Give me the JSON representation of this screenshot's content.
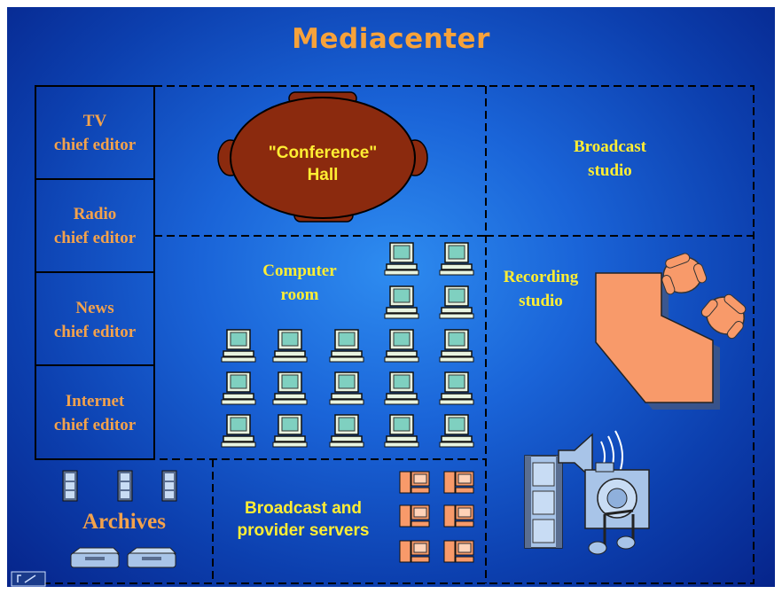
{
  "title": "Mediacenter",
  "editors": {
    "tv": [
      "TV",
      "chief editor"
    ],
    "radio": [
      "Radio",
      "chief editor"
    ],
    "news": [
      "News",
      "chief editor"
    ],
    "internet": [
      "Internet",
      "chief editor"
    ]
  },
  "conference": [
    "\"Conference\"",
    "Hall"
  ],
  "computer_room": [
    "Computer",
    "room"
  ],
  "broadcast_studio": [
    "Broadcast",
    "studio"
  ],
  "recording_studio": [
    "Recording",
    "studio"
  ],
  "archives": "Archives",
  "servers": [
    "Broadcast and",
    "provider servers"
  ],
  "colors": {
    "title": "#f7a23a",
    "orange_label": "#f3a24c",
    "yellow_label": "#ffee33",
    "table": "#f89a6a",
    "hall": "#8b2a0e",
    "background": "#1a64d8"
  },
  "icons": [
    "computer-icon",
    "film-strip-icon",
    "disk-drive-icon",
    "server-icon",
    "armchair-icon",
    "speaker-icon",
    "camera-icon",
    "music-note-icon"
  ]
}
